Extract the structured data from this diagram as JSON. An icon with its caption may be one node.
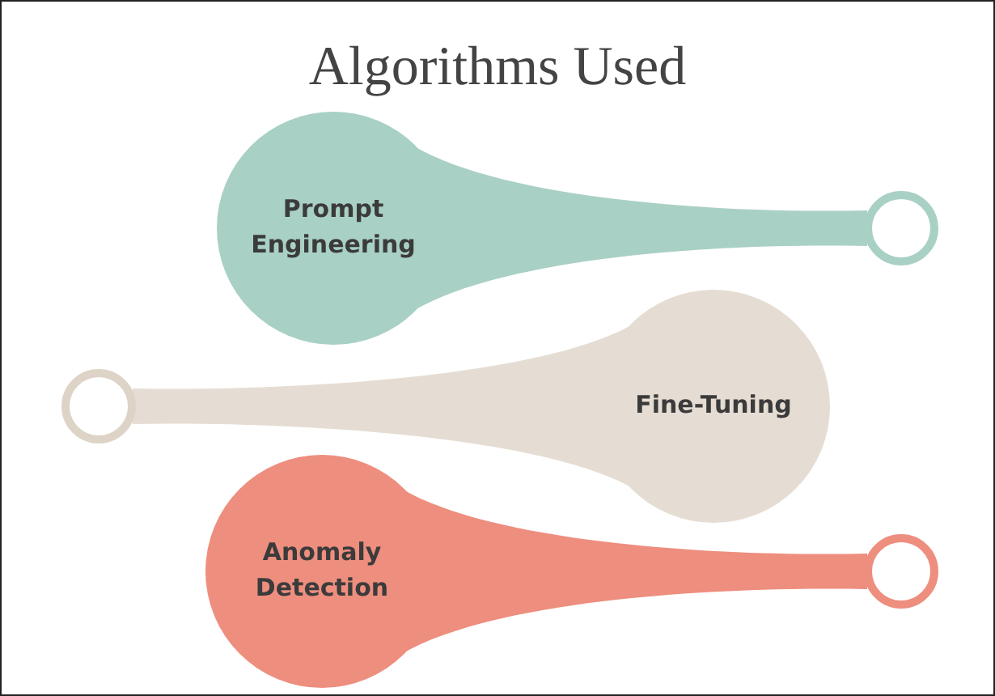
{
  "diagram": {
    "title": "Algorithms Used",
    "nodes": [
      {
        "text": [
          "Prompt Engineering"
        ]
      },
      {
        "text": [
          "Fine-Tuning"
        ]
      },
      {
        "text": [
          "Anomaly Detection"
        ]
      }
    ]
  }
}
